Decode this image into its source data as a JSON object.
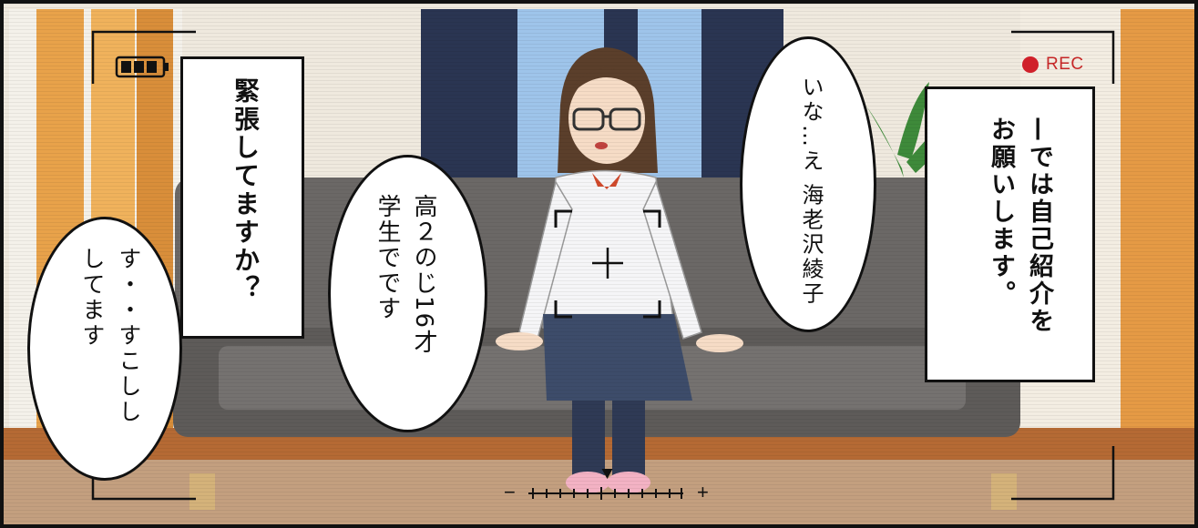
{
  "hud": {
    "rec_label": "REC",
    "zoom_minus": "−",
    "zoom_plus": "+",
    "zoom_level": 0.5,
    "battery_bars": 3
  },
  "dialogue": {
    "interviewer_intro": "—では自己紹介を\nお願いします。",
    "girl_name": "いな…え 海老沢綾子",
    "girl_grade": "高２のじ16才\n学生でです",
    "interviewer_nervous": "緊張してますか？",
    "girl_nervous": "す・・すこしし\nしてます"
  },
  "colors": {
    "rec_red": "#d0202a",
    "curtain_navy": "#2a3552",
    "sofa_gray": "#6b6866",
    "wood_orange": "#e8a24a",
    "floor_wood": "#b56a34"
  }
}
